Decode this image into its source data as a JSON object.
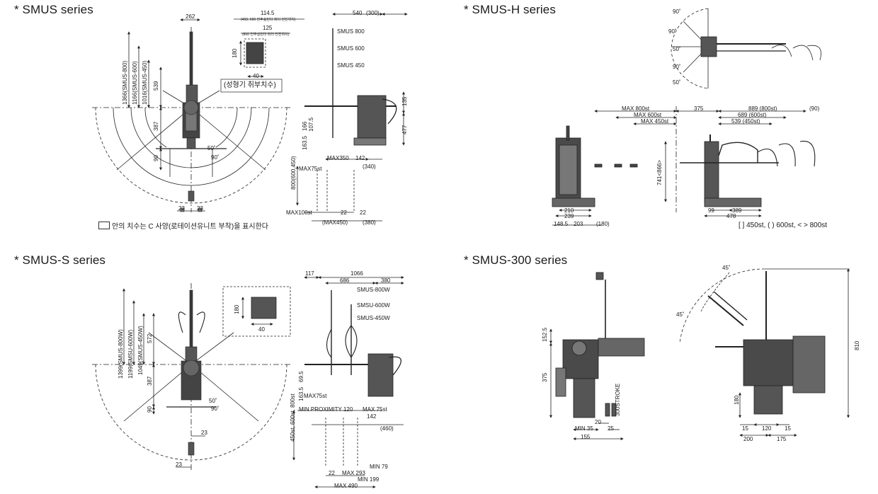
{
  "panels": {
    "smus": {
      "title": "* SMUS series",
      "dims": {
        "d262": "262",
        "d114": "114.5",
        "d114_note": "(450, 600 전주실린더 피더 전진위치)",
        "d125": "125",
        "d125_note": "(800 전주실린더 피더 전진위치)",
        "d540": "540",
        "d300": "(300)",
        "d180": "180",
        "d40": "40",
        "mold_note": "(성형기 취부치수)",
        "v1366": "1366(SMUS-800)",
        "v1166": "1166(SMUS-600)",
        "v1016": "1016(SMUS-450)",
        "v539": "539",
        "v387": "387",
        "v90": "90",
        "a50": "50˚",
        "a90": "90˚",
        "d23a": "23",
        "d23b": "23",
        "smus800": "SMUS 800",
        "smus600": "SMUS 600",
        "smus450": "SMUS 450",
        "v135": "135",
        "v477": "477",
        "v166": "166",
        "v1075": "107.5",
        "v1635": "163.5",
        "max350": "MAX350",
        "d142": "142",
        "d340": "(340)",
        "max75": "MAX75st",
        "v800": "800(600,450)",
        "max100": "MAX100st",
        "d22a": "22",
        "d22b": "22",
        "max450": "(MAX450)",
        "d380": "(380)"
      },
      "legend": "안의 치수는 C 사양(로테이션유니트 부착)을 표시한다"
    },
    "smush": {
      "title": "* SMUS-H series",
      "dims": {
        "a90a": "90˚",
        "a90b": "90˚",
        "a90c": "90˚",
        "a50a": "50˚",
        "a50b": "50˚",
        "max800": "MAX 800st",
        "max600": "MAX 600st",
        "max450": "MAX 450st",
        "d375": "375",
        "d889": "889 (800st)",
        "d689": "689 (600st)",
        "d539": "539 (450st)",
        "d90": "(90)",
        "v741": "741<866>",
        "d210": "210",
        "d239": "239",
        "d1485": "148.5",
        "d203": "203",
        "d180": "(180)",
        "d99": "99",
        "d389": "389",
        "d478": "478"
      },
      "legend": "[ ] 450st, ( ) 600st, < > 800st"
    },
    "smuss": {
      "title": "* SMUS-S series",
      "dims": {
        "v1399a": "1399(SMUS-800W)",
        "v1199": "1199(SMSU-600W)",
        "v1049": "1049(SMUS-450W)",
        "v572": "572",
        "v387": "387",
        "v90": "90",
        "a50": "50˚",
        "a90": "90˚",
        "d23a": "23",
        "d23b": "23",
        "d180": "180",
        "d40": "40",
        "d117": "117",
        "d1066": "1066",
        "d686": "686",
        "d380": "380",
        "m800w": "SMUS-800W",
        "m600w": "SMSU-600W",
        "m450w": "SMUS-450W",
        "v695": "69.5",
        "v1635": "163.5",
        "max75a": "MAX75st",
        "minprox": "MIN PROXIMITY 120",
        "max75b": "MAX 75st",
        "d142": "142",
        "d460": "(460)",
        "vst": "450st, 600st, 800st",
        "d22": "22",
        "max293": "MAX 293",
        "min79": "MIN 79",
        "min199": "MIN 199",
        "max490": "MAX 490"
      }
    },
    "smus300": {
      "title": "* SMUS-300 series",
      "dims": {
        "v1525": "152.5",
        "v375": "375",
        "d20": "20",
        "min35": "MIN 35",
        "d25": "25",
        "d155": "155",
        "stroke": "300STROKE",
        "a45a": "45˚",
        "a45b": "45˚",
        "v810": "810",
        "v180": "180",
        "d15a": "15",
        "d120": "120",
        "d15b": "15",
        "d200": "200",
        "d175": "175"
      }
    }
  },
  "colors": {
    "line": "#222222",
    "dash": "#444444",
    "body": "#3a3a3a"
  }
}
